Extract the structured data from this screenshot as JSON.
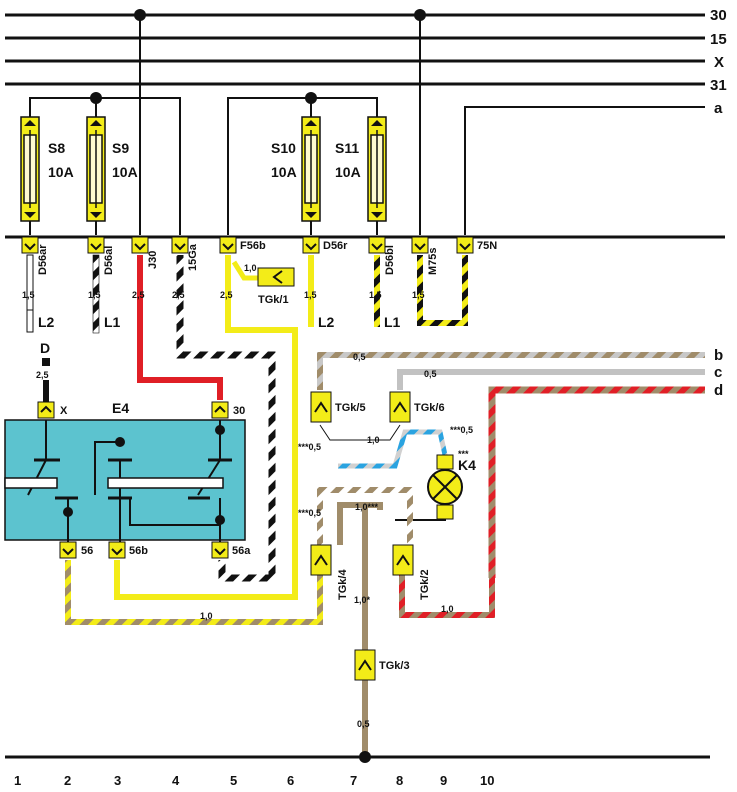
{
  "rails": [
    {
      "id": "30",
      "label": "30"
    },
    {
      "id": "15",
      "label": "15"
    },
    {
      "id": "x",
      "label": "X"
    },
    {
      "id": "31",
      "label": "31"
    },
    {
      "id": "a",
      "label": "a"
    }
  ],
  "side_wires": [
    {
      "id": "b",
      "label": "b"
    },
    {
      "id": "c",
      "label": "c"
    },
    {
      "id": "d",
      "label": "d"
    }
  ],
  "fuses": [
    {
      "id": "s8",
      "name": "S8",
      "rating": "10A"
    },
    {
      "id": "s9",
      "name": "S9",
      "rating": "10A"
    },
    {
      "id": "s10",
      "name": "S10",
      "rating": "10A"
    },
    {
      "id": "s11",
      "name": "S11",
      "rating": "10A"
    }
  ],
  "terminals": [
    {
      "id": "d56ar",
      "label": "D56ar"
    },
    {
      "id": "d56al",
      "label": "D56al"
    },
    {
      "id": "j30",
      "label": "J30"
    },
    {
      "id": "15ga",
      "label": "15Ga"
    },
    {
      "id": "f56b",
      "label": "F56b"
    },
    {
      "id": "d56r",
      "label": "D56r"
    },
    {
      "id": "d56bl",
      "label": "D56bl"
    },
    {
      "id": "m75s",
      "label": "M75s"
    },
    {
      "id": "75n",
      "label": "75N"
    }
  ],
  "wire_sizes": {
    "w15": "1,5",
    "w25": "2,5",
    "w10": "1,0",
    "w05": "0,5",
    "w05s": "***0,5",
    "w10s": "1,0***",
    "w10d": "1,0*",
    "stars": "***"
  },
  "loads": {
    "l1": "L1",
    "l2": "L2",
    "d": "D",
    "k4": "K4"
  },
  "switch": {
    "name": "E4",
    "pins": {
      "x": "X",
      "p30": "30",
      "p56": "56",
      "p56b": "56b",
      "p56a": "56a"
    }
  },
  "connectors": {
    "tgk1": "TGk/1",
    "tgk2": "TGk/2",
    "tgk3": "TGk/3",
    "tgk4": "TGk/4",
    "tgk5": "TGk/5",
    "tgk6": "TGk/6"
  },
  "columns": [
    "1",
    "2",
    "3",
    "4",
    "5",
    "6",
    "7",
    "8",
    "9",
    "10"
  ],
  "colors": {
    "yellow": "#f3ec18",
    "red": "#e01f26",
    "brown": "#a08c6a",
    "blue": "#2aa3e0",
    "grey": "#b8b8b8",
    "cyan": "#5cc3cf"
  }
}
